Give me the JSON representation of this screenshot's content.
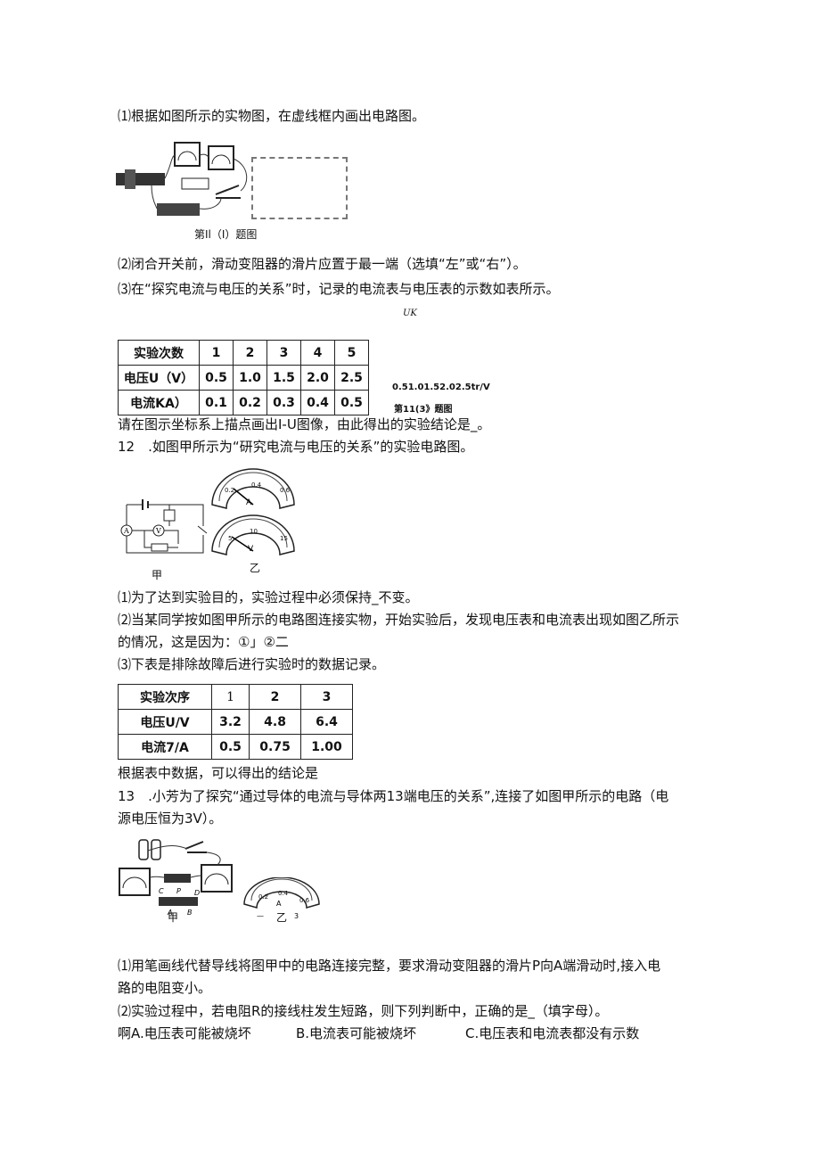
{
  "q11": {
    "p1": "⑴根据如图所示的实物图，在虚线框内画出电路图。",
    "fig1_caption": "第Il（I）题图",
    "p2": "⑵闭合开关前，滑动变阻器的滑片应置于最一端（选填“左”或“右”）。",
    "p3": "⑶在“探究电流与电压的关系”时，记录的电流表与电压表的示数如表所示。",
    "graph_axis_label": "UK",
    "graph_x_ticks": "0.51.01.52.02.5tr/V",
    "graph_caption": "第11(3》题图",
    "table": {
      "headers": [
        "实验次数",
        "1",
        "2",
        "3",
        "4",
        "5"
      ],
      "rows": [
        [
          "电压U（V）",
          "0.5",
          "1.0",
          "1.5",
          "2.0",
          "2.5"
        ],
        [
          "电流KA）",
          "0.1",
          "0.2",
          "0.3",
          "0.4",
          "0.5"
        ]
      ]
    },
    "p4": "请在图示坐标系上描点画出I-U图像，由此得出的实验结论是_。"
  },
  "q12": {
    "title": "12　.如图甲所示为“研究电流与电压的关系”的实验电路图。",
    "fig_label_jia": "甲",
    "fig_label_yi": "乙",
    "ammeter_scale": [
      "0.2",
      "0.4",
      "0.6"
    ],
    "voltmeter_scale": [
      "5",
      "10",
      "15"
    ],
    "p1": "⑴为了达到实验目的，实验过程中必须保持_不变。",
    "p2a": "⑵当某同学按如图甲所示的电路图连接实物，开始实验后，发现电压表和电流表出现如图乙所示",
    "p2b": "的情况，这是因为：①」②二",
    "p3": "⑶下表是排除故障后进行实验时的数据记录。",
    "table": {
      "headers": [
        "实验次序",
        "1",
        "2",
        "3"
      ],
      "rows": [
        [
          "电压U/V",
          "3.2",
          "4.8",
          "6.4"
        ],
        [
          "电流7/A",
          "0.5",
          "0.75",
          "1.00"
        ]
      ]
    },
    "p4": "根据表中数据，可以得出的结论是"
  },
  "q13": {
    "title_a": "13　.小芳为了探究“通过导体的电流与导体两13端电压的关系”,连接了如图甲所示的电路（电",
    "title_b": "源电压恒为3V）。",
    "fig_label_jia": "甲",
    "fig_label_yi": "乙",
    "p1a": "⑴用笔画线代替导线将图甲中的电路连接完整，要求滑动变阻器的滑片P向A端滑动时,接入电",
    "p1b": "路的电阻变小。",
    "p2": "⑵实验过程中，若电阻R的接线柱发生短路，则下列判断中，正确的是_（填字母）。",
    "options": [
      "啊A.电压表可能被烧坏",
      "B.电流表可能被烧坏",
      "C.电压表和电流表都没有示数"
    ]
  }
}
